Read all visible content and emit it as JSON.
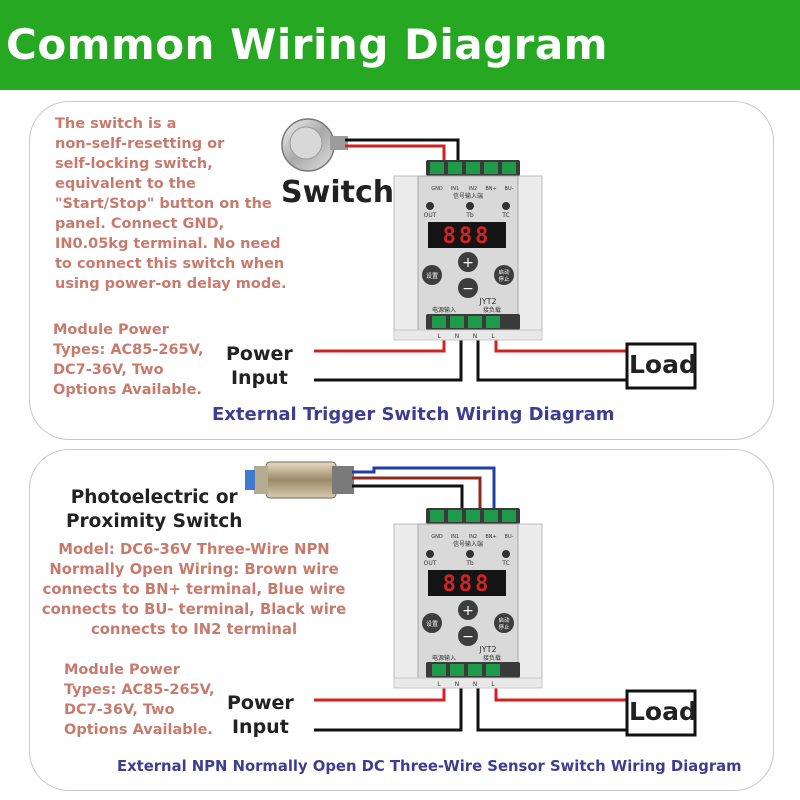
{
  "header": {
    "title": "Common Wiring Diagram"
  },
  "colors": {
    "header_bg": "#26a823",
    "note_text": "#c87a6c",
    "caption_text": "#3d3d93",
    "wire_red": "#d42020",
    "wire_black": "#111111",
    "wire_blue": "#1f3fa8",
    "wire_brown": "#8b2a1e"
  },
  "panel1": {
    "note_lines": [
      "The switch is a",
      "non-self-resetting or",
      "self-locking switch,",
      "equivalent to the",
      "\"Start/Stop\" button on the",
      "panel. Connect GND,",
      "IN0.05kg terminal. No need",
      "to connect this switch when",
      "using power-on delay mode."
    ],
    "switch_label": "Switch",
    "module_power_lines": [
      "Module Power",
      "Types: AC85-265V,",
      "DC7-36V, Two",
      "Options Available."
    ],
    "power_input_lines": [
      "Power",
      "Input"
    ],
    "load_label": "Load",
    "caption": "External Trigger Switch Wiring Diagram"
  },
  "panel2": {
    "sensor_lines": [
      "Photoelectric or",
      "Proximity Switch"
    ],
    "model_lines": [
      "Model: DC6-36V Three-Wire NPN",
      "Normally Open Wiring: Brown wire",
      "connects to BN+ terminal, Blue wire",
      "connects to BU- terminal, Black wire",
      "connects to IN2 terminal"
    ],
    "module_power_lines": [
      "Module Power",
      "Types: AC85-265V,",
      "DC7-36V, Two",
      "Options Available."
    ],
    "power_input_lines": [
      "Power",
      "Input"
    ],
    "load_label": "Load",
    "caption": "External NPN Normally Open DC Three-Wire Sensor Switch Wiring Diagram"
  },
  "module": {
    "top_terminals": [
      "GND",
      "IN1",
      "IN2",
      "BN+",
      "BU-"
    ],
    "top_label": "信号输入端",
    "indicators": [
      "OUT",
      "Tb",
      "TC"
    ],
    "display_value": "888",
    "set_button": "设置",
    "plus_symbol": "+",
    "minus_symbol": "−",
    "start_stop_button": "启动\n停止",
    "model_name": "JYT2",
    "bottom_left_label": "电源输入",
    "bottom_right_label": "接负载",
    "bottom_terminals": [
      "L",
      "N",
      "N",
      "L"
    ]
  }
}
